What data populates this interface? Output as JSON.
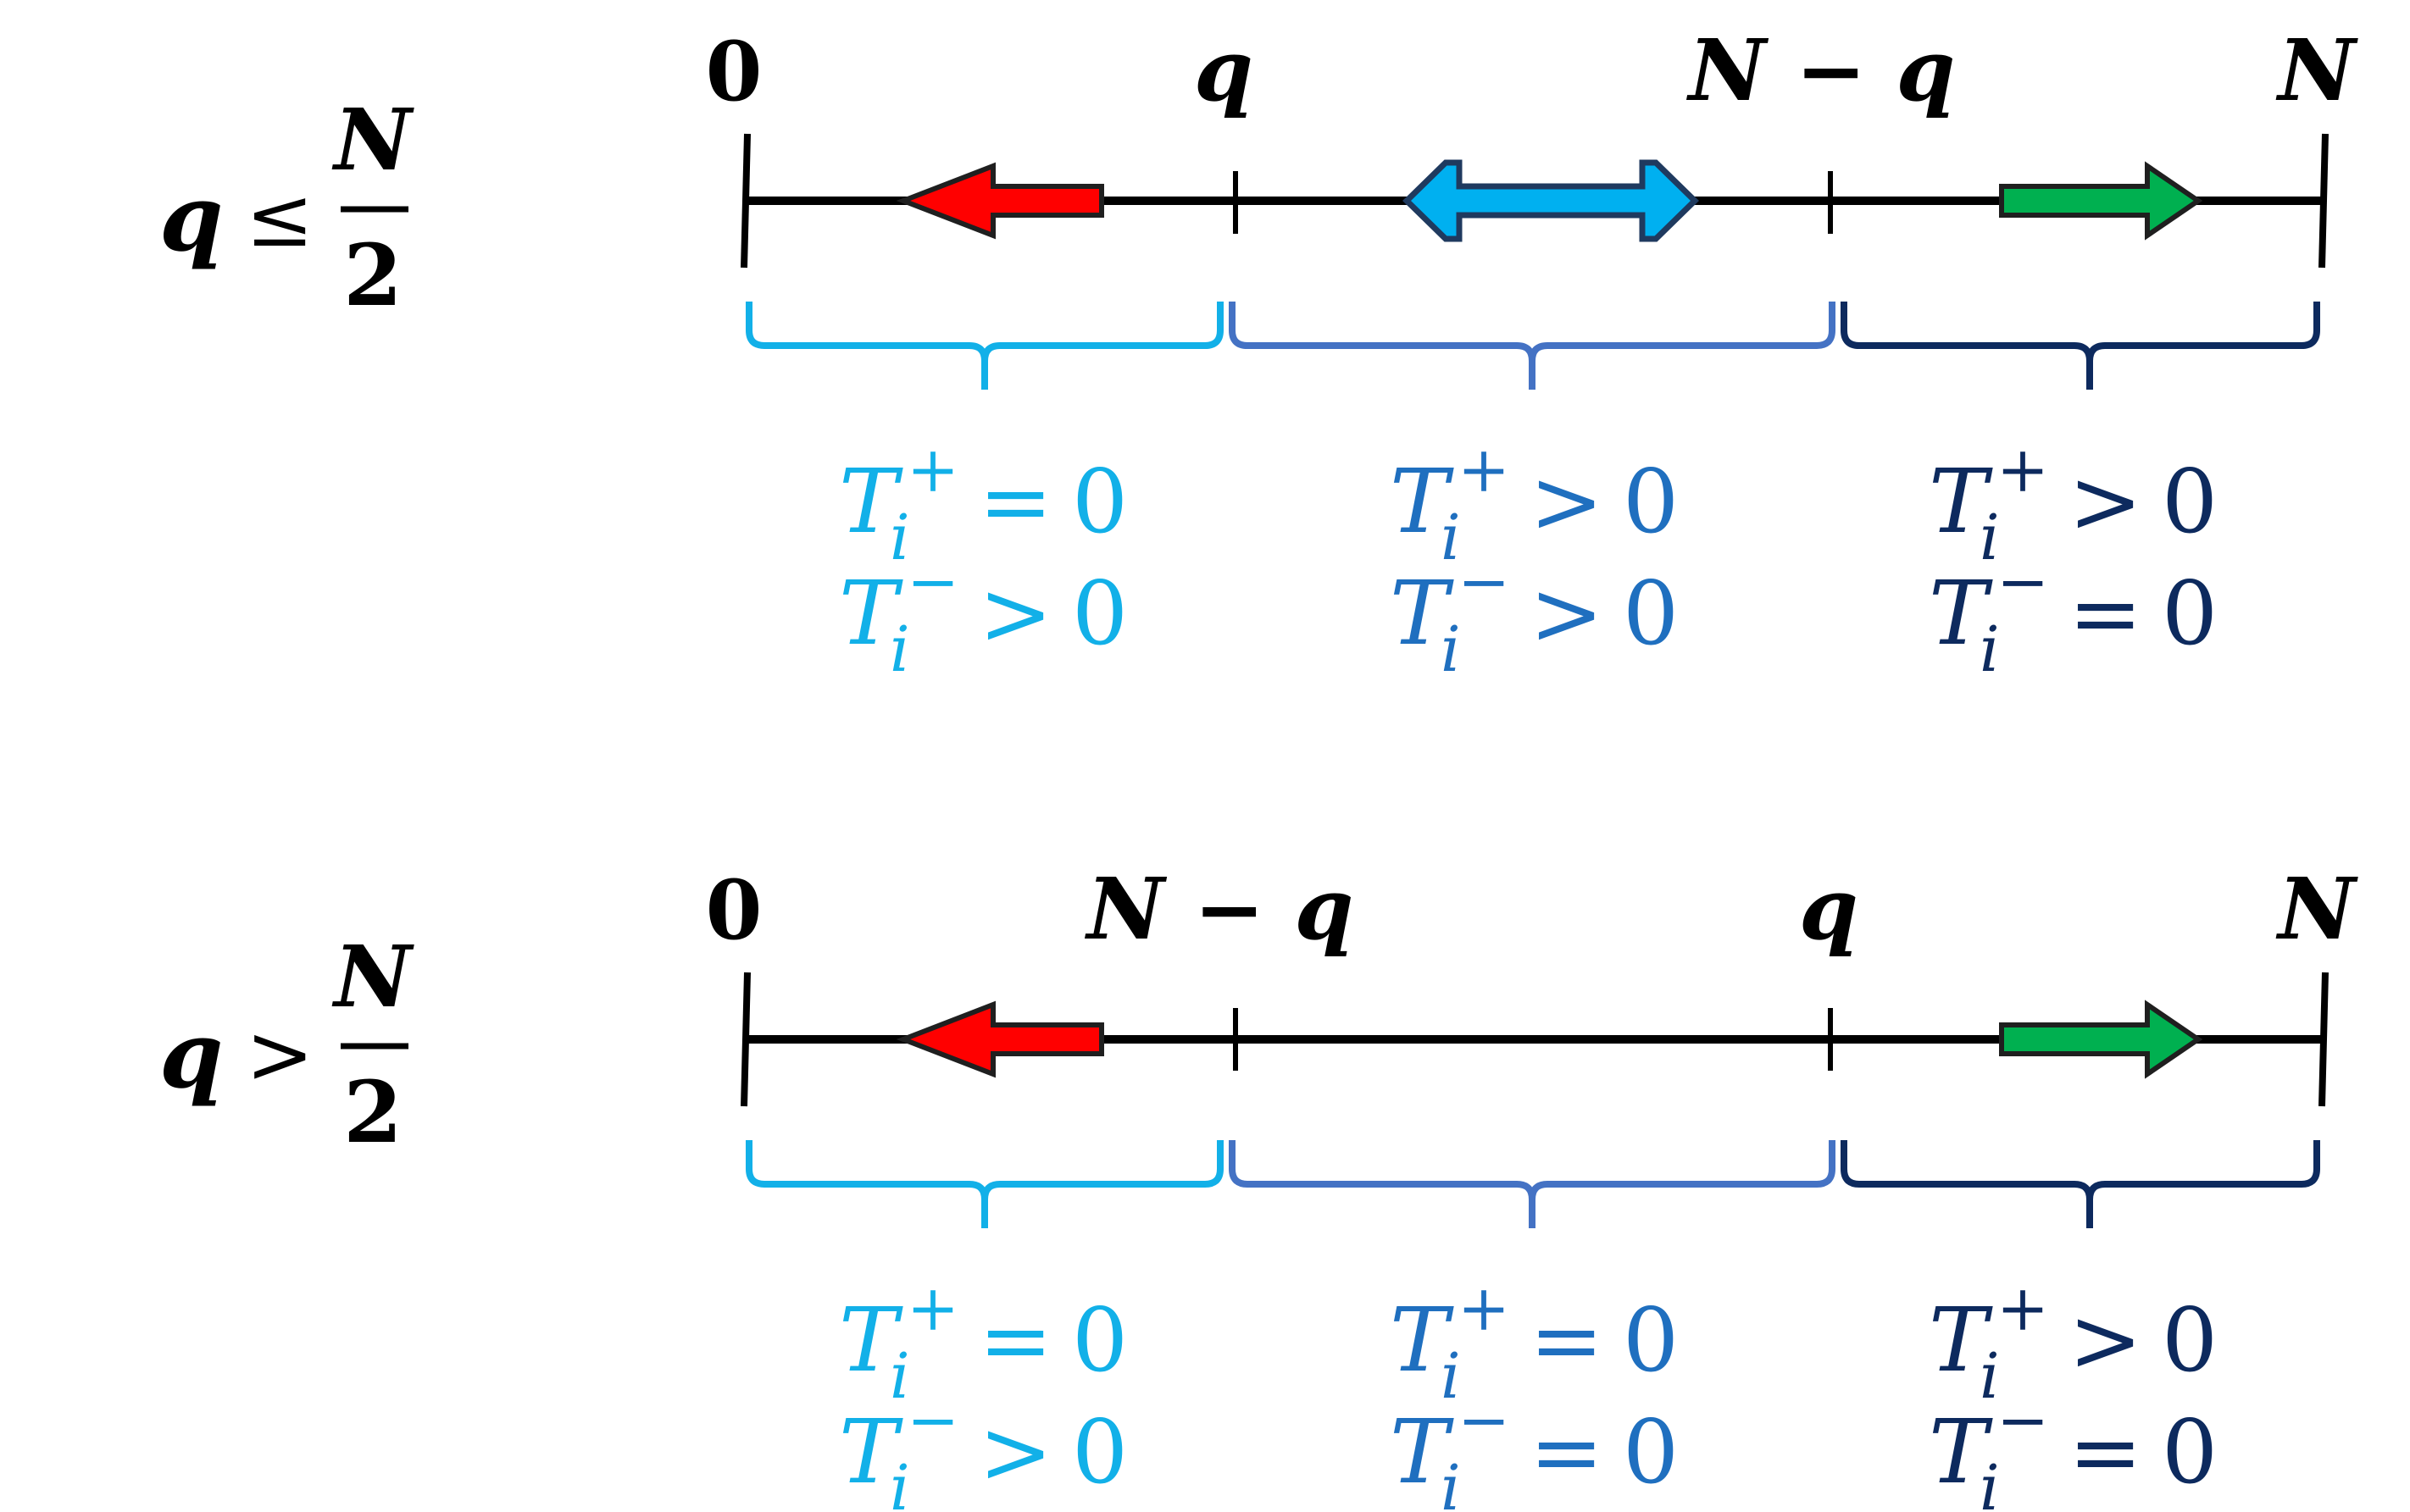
{
  "colors": {
    "axis": "#000000",
    "left_arrow": "#ff0000",
    "middle_arrow": "#00b0f0",
    "right_arrow": "#00b050",
    "arrow_stroke": "#1f3a5f",
    "region1": "#12b0e8",
    "region2": "#1f6fbf",
    "region3": "#0d2a5e"
  },
  "panels": [
    {
      "condition": {
        "lhs": "q",
        "relation": "≤",
        "numerator": "N",
        "denominator": "2"
      },
      "ticks": [
        "0",
        "q",
        "N − q",
        "N"
      ],
      "arrows": [
        "left",
        "both",
        "right"
      ],
      "regions": [
        {
          "plus_rel": "=",
          "plus_val": "0",
          "minus_rel": ">",
          "minus_val": "0"
        },
        {
          "plus_rel": ">",
          "plus_val": "0",
          "minus_rel": ">",
          "minus_val": "0"
        },
        {
          "plus_rel": ">",
          "plus_val": "0",
          "minus_rel": "=",
          "minus_val": "0"
        }
      ]
    },
    {
      "condition": {
        "lhs": "q",
        "relation": ">",
        "numerator": "N",
        "denominator": "2"
      },
      "ticks": [
        "0",
        "N − q",
        "q",
        "N"
      ],
      "arrows": [
        "left",
        "none",
        "right"
      ],
      "regions": [
        {
          "plus_rel": "=",
          "plus_val": "0",
          "minus_rel": ">",
          "minus_val": "0"
        },
        {
          "plus_rel": "=",
          "plus_val": "0",
          "minus_rel": "=",
          "minus_val": "0"
        },
        {
          "plus_rel": ">",
          "plus_val": "0",
          "minus_rel": "=",
          "minus_val": "0"
        }
      ]
    }
  ],
  "symbols": {
    "T": "T",
    "sub": "i",
    "plus": "+",
    "minus": "−"
  }
}
